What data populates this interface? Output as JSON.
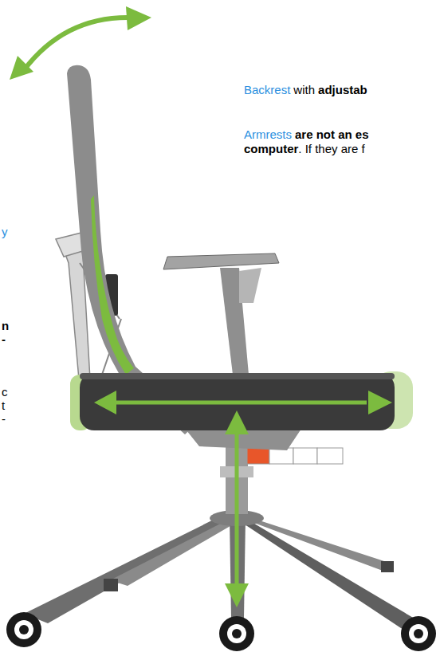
{
  "diagram": {
    "labels": [
      "Backrest",
      "with",
      "adjustab",
      "Armrests",
      "are not an es",
      "computer",
      ". If they are f",
      "y",
      "n",
      "-",
      "c",
      "t",
      "-"
    ]
  }
}
